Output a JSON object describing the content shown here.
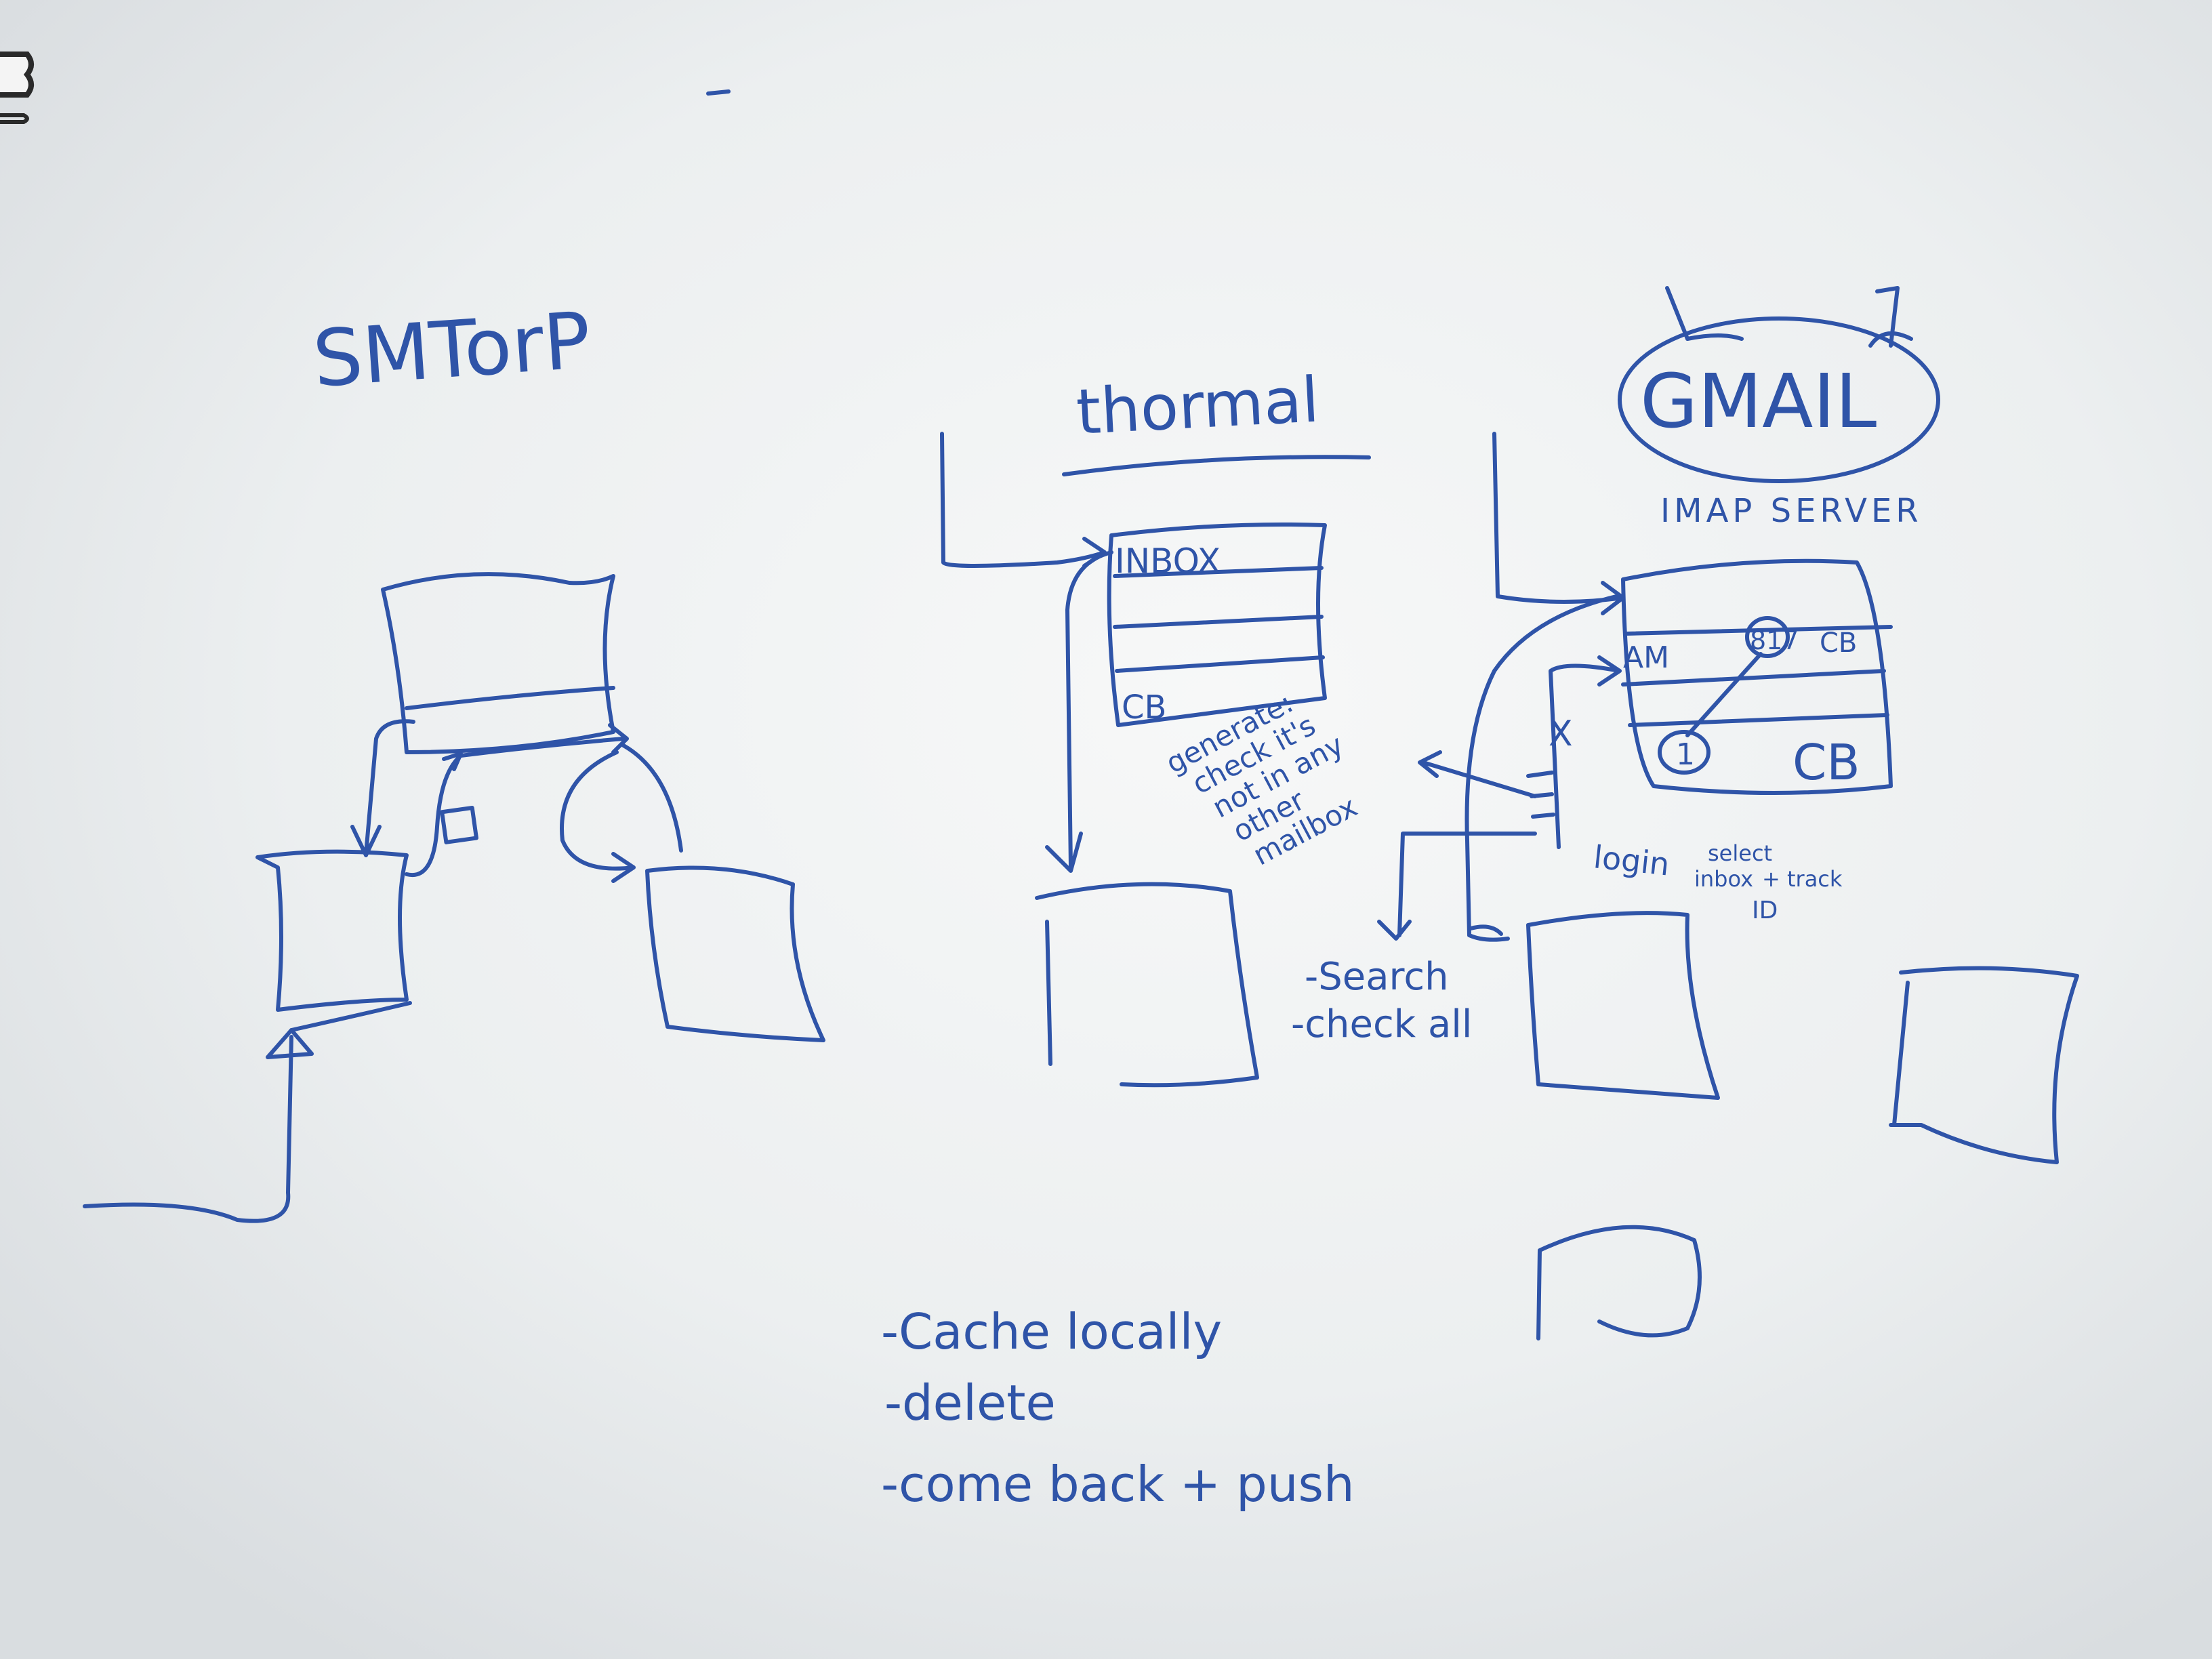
{
  "colors": {
    "board": "#eef0f1",
    "ink": "#2f54a8"
  },
  "sections": {
    "smtp": {
      "title": "SMTorP"
    },
    "thornmail": {
      "title": "thormal",
      "mailbox_top": "INBOX",
      "mailbox_bottom": "CB"
    },
    "gmail": {
      "logo": "GMAIL",
      "subtitle": "IMAP SERVER",
      "row_label": "AM",
      "message_id": "817",
      "message_folder": "CB",
      "circled": "1",
      "folder": "CB",
      "mark": "X"
    }
  },
  "notes": {
    "generate": [
      "generate:",
      "check it's",
      "not in any",
      "other",
      "mailbox"
    ],
    "login": [
      "login",
      "select",
      "inbox",
      "+ track",
      "ID"
    ],
    "search_list": [
      "-Search",
      "-check all"
    ],
    "todo_list": [
      "-Cache locally",
      "-delete",
      "-come back + push"
    ]
  }
}
